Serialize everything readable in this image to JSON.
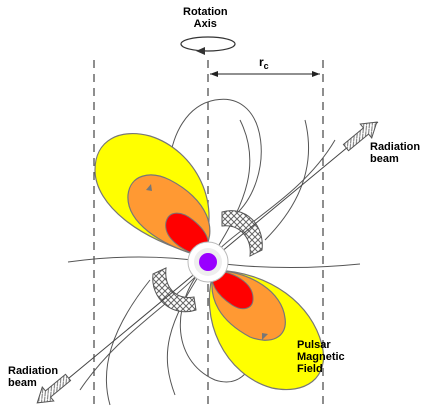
{
  "labels": {
    "rotation_axis_line1": "Rotation",
    "rotation_axis_line2": "Axis",
    "corotation_radius": "r",
    "corotation_radius_sub": "c",
    "radiation_beam_right_line1": "Radiation",
    "radiation_beam_right_line2": "beam",
    "radiation_beam_left_line1": "Radiation",
    "radiation_beam_left_line2": "beam",
    "magnetic_field_line1": "Pulsar",
    "magnetic_field_line2": "Magnetic",
    "magnetic_field_line3": "Field"
  },
  "colors": {
    "outer_lobe": "#ffff00",
    "middle_lobe": "#ff9933",
    "inner_lobe": "#ff0000",
    "pulsar": "#9900ff",
    "lines": "#555555"
  }
}
